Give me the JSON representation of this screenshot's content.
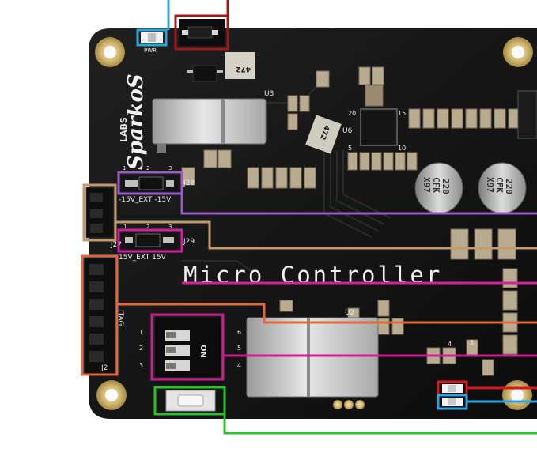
{
  "board": {
    "brand_name": "SparkoS",
    "brand_sub": "LABS",
    "title": "Micro Controller"
  },
  "labels": {
    "pwr": "PWR",
    "u3": "U3",
    "u6": "U6",
    "u2": "U2",
    "j28": "J28",
    "j29": "J29",
    "j27": "J27",
    "j2": "J2",
    "jtag": "JTAG",
    "on": "ON",
    "j28_text": "-15V_EXT -15V",
    "j29_text": "15V_EXT 15V",
    "chip_472": "472",
    "chip_472b": "472",
    "pin_1": "1",
    "pin_2": "2",
    "pin_3": "3",
    "pin_1b": "1",
    "pin_2b": "2",
    "pin_3b": "3",
    "pin_20": "20",
    "pin_15": "15",
    "pin_10": "10",
    "pin_5": "5",
    "pin_4": "4",
    "pin_3c": "3",
    "sw_1": "1",
    "sw_2": "2",
    "sw_3": "3",
    "sw_4": "4",
    "sw_5": "5",
    "sw_6": "6",
    "cap_value": "220",
    "cap_code": "CFK",
    "cap_lot": "X97",
    "cap_value_b": "220",
    "cap_code_b": "CFK",
    "cap_lot_b": "X97"
  },
  "highlight_colors": {
    "pwr_led": "#2aa4e0",
    "pwr_jumper": "#a01818",
    "j28": "#9a5cc8",
    "j27": "#c49a6c",
    "j29": "#d81ea0",
    "jtag": "#e06a40",
    "dip_switch": "#c8208c",
    "reset_button": "#26c426",
    "led_red": "#d81818",
    "led_blue": "#2aa4e0"
  }
}
